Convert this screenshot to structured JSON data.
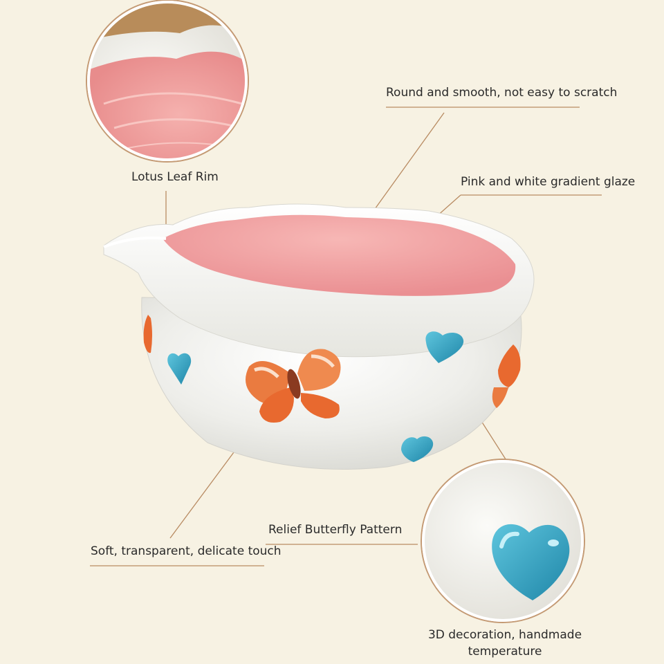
{
  "labels": {
    "lotus_leaf_rim": "Lotus Leaf Rim",
    "round_smooth": "Round and smooth, not easy to scratch",
    "gradient_glaze": "Pink and white gradient glaze",
    "relief_butterfly": "Relief Butterfly Pattern",
    "soft_touch": "Soft, transparent, delicate touch",
    "decoration_line1": "3D decoration, handmade",
    "decoration_line2": "temperature"
  },
  "colors": {
    "background": "#f7f2e3",
    "glaze_pink": "#f1a3a4",
    "glaze_white": "#f3f3ee",
    "heart_blue": "#2d9fbd",
    "butterfly_orange": "#e9743c",
    "leader_line": "#b88b62"
  }
}
